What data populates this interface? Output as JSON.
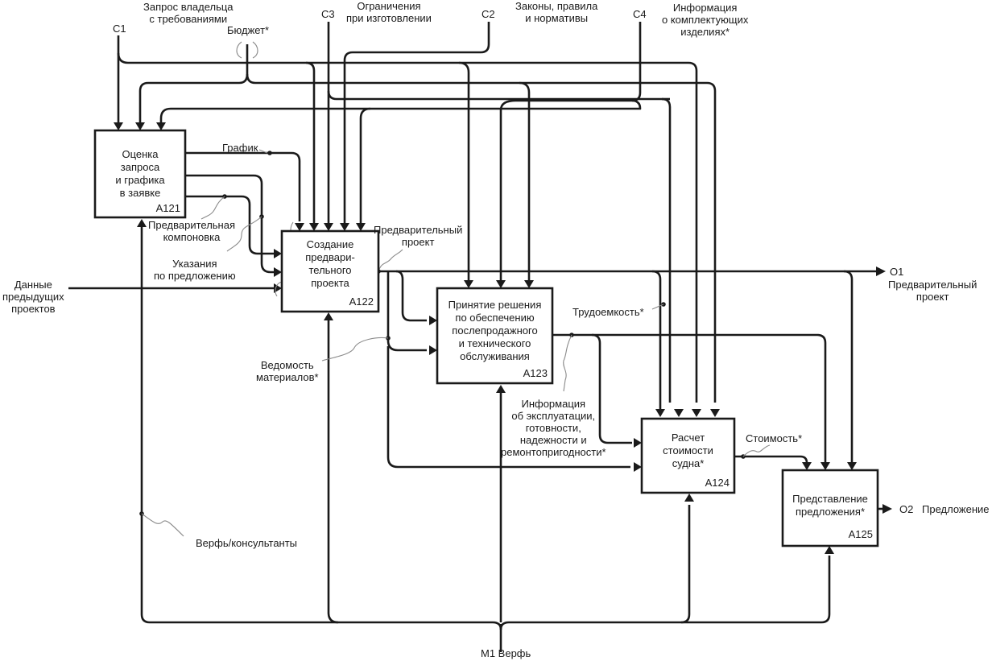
{
  "diagram": {
    "type": "IDEF0",
    "controls": [
      {
        "code": "C1",
        "label": "Запрос владельца\nс требованиями"
      },
      {
        "code": "C3",
        "label": "Ограничения\nпри изготовлении"
      },
      {
        "code": "C2",
        "label": "Законы, правила\nи нормативы"
      },
      {
        "code": "C4",
        "label": "Информация\nо комплектующих\nизделиях*"
      }
    ],
    "tunnel_labels": {
      "budget": "Бюджет*"
    },
    "inputs": [
      {
        "label": "Данные\nпредыдущих\nпроектов"
      }
    ],
    "outputs": [
      {
        "code": "O1",
        "label": "Предварительный\nпроект"
      },
      {
        "code": "O2",
        "label": "Предложение"
      }
    ],
    "mechanisms": [
      {
        "code": "M1",
        "label": "Верфь",
        "full": "M1 Верфь"
      }
    ],
    "activities": [
      {
        "id": "A121",
        "label": "Оценка\nзапроса\nи графика\nв заявке"
      },
      {
        "id": "A122",
        "label": "Создание\nпредвари-\nтельного\nпроекта"
      },
      {
        "id": "A123",
        "label": "Принятие решения\nпо обеспечению\nпослепродажного\nи технического\nобслуживания"
      },
      {
        "id": "A124",
        "label": "Расчет\nстоимости\nсудна*"
      },
      {
        "id": "A125",
        "label": "Представление\nпредложения*"
      }
    ],
    "arrow_labels": {
      "schedule": "График",
      "prelim_layout": "Предварительная\nкомпоновка",
      "proposal_guidance": "Указания\nпо предложению",
      "prelim_project": "Предварительный\nпроект",
      "bill_of_materials": "Ведомость\nматериалов*",
      "labor": "Трудоемкость*",
      "ops_info": "Информация\nоб эксплуатации,\nготовности,\nнадежности и\nремонтопригодности*",
      "cost": "Стоимость*",
      "yard_consultants": "Верфь/консультанты"
    }
  }
}
